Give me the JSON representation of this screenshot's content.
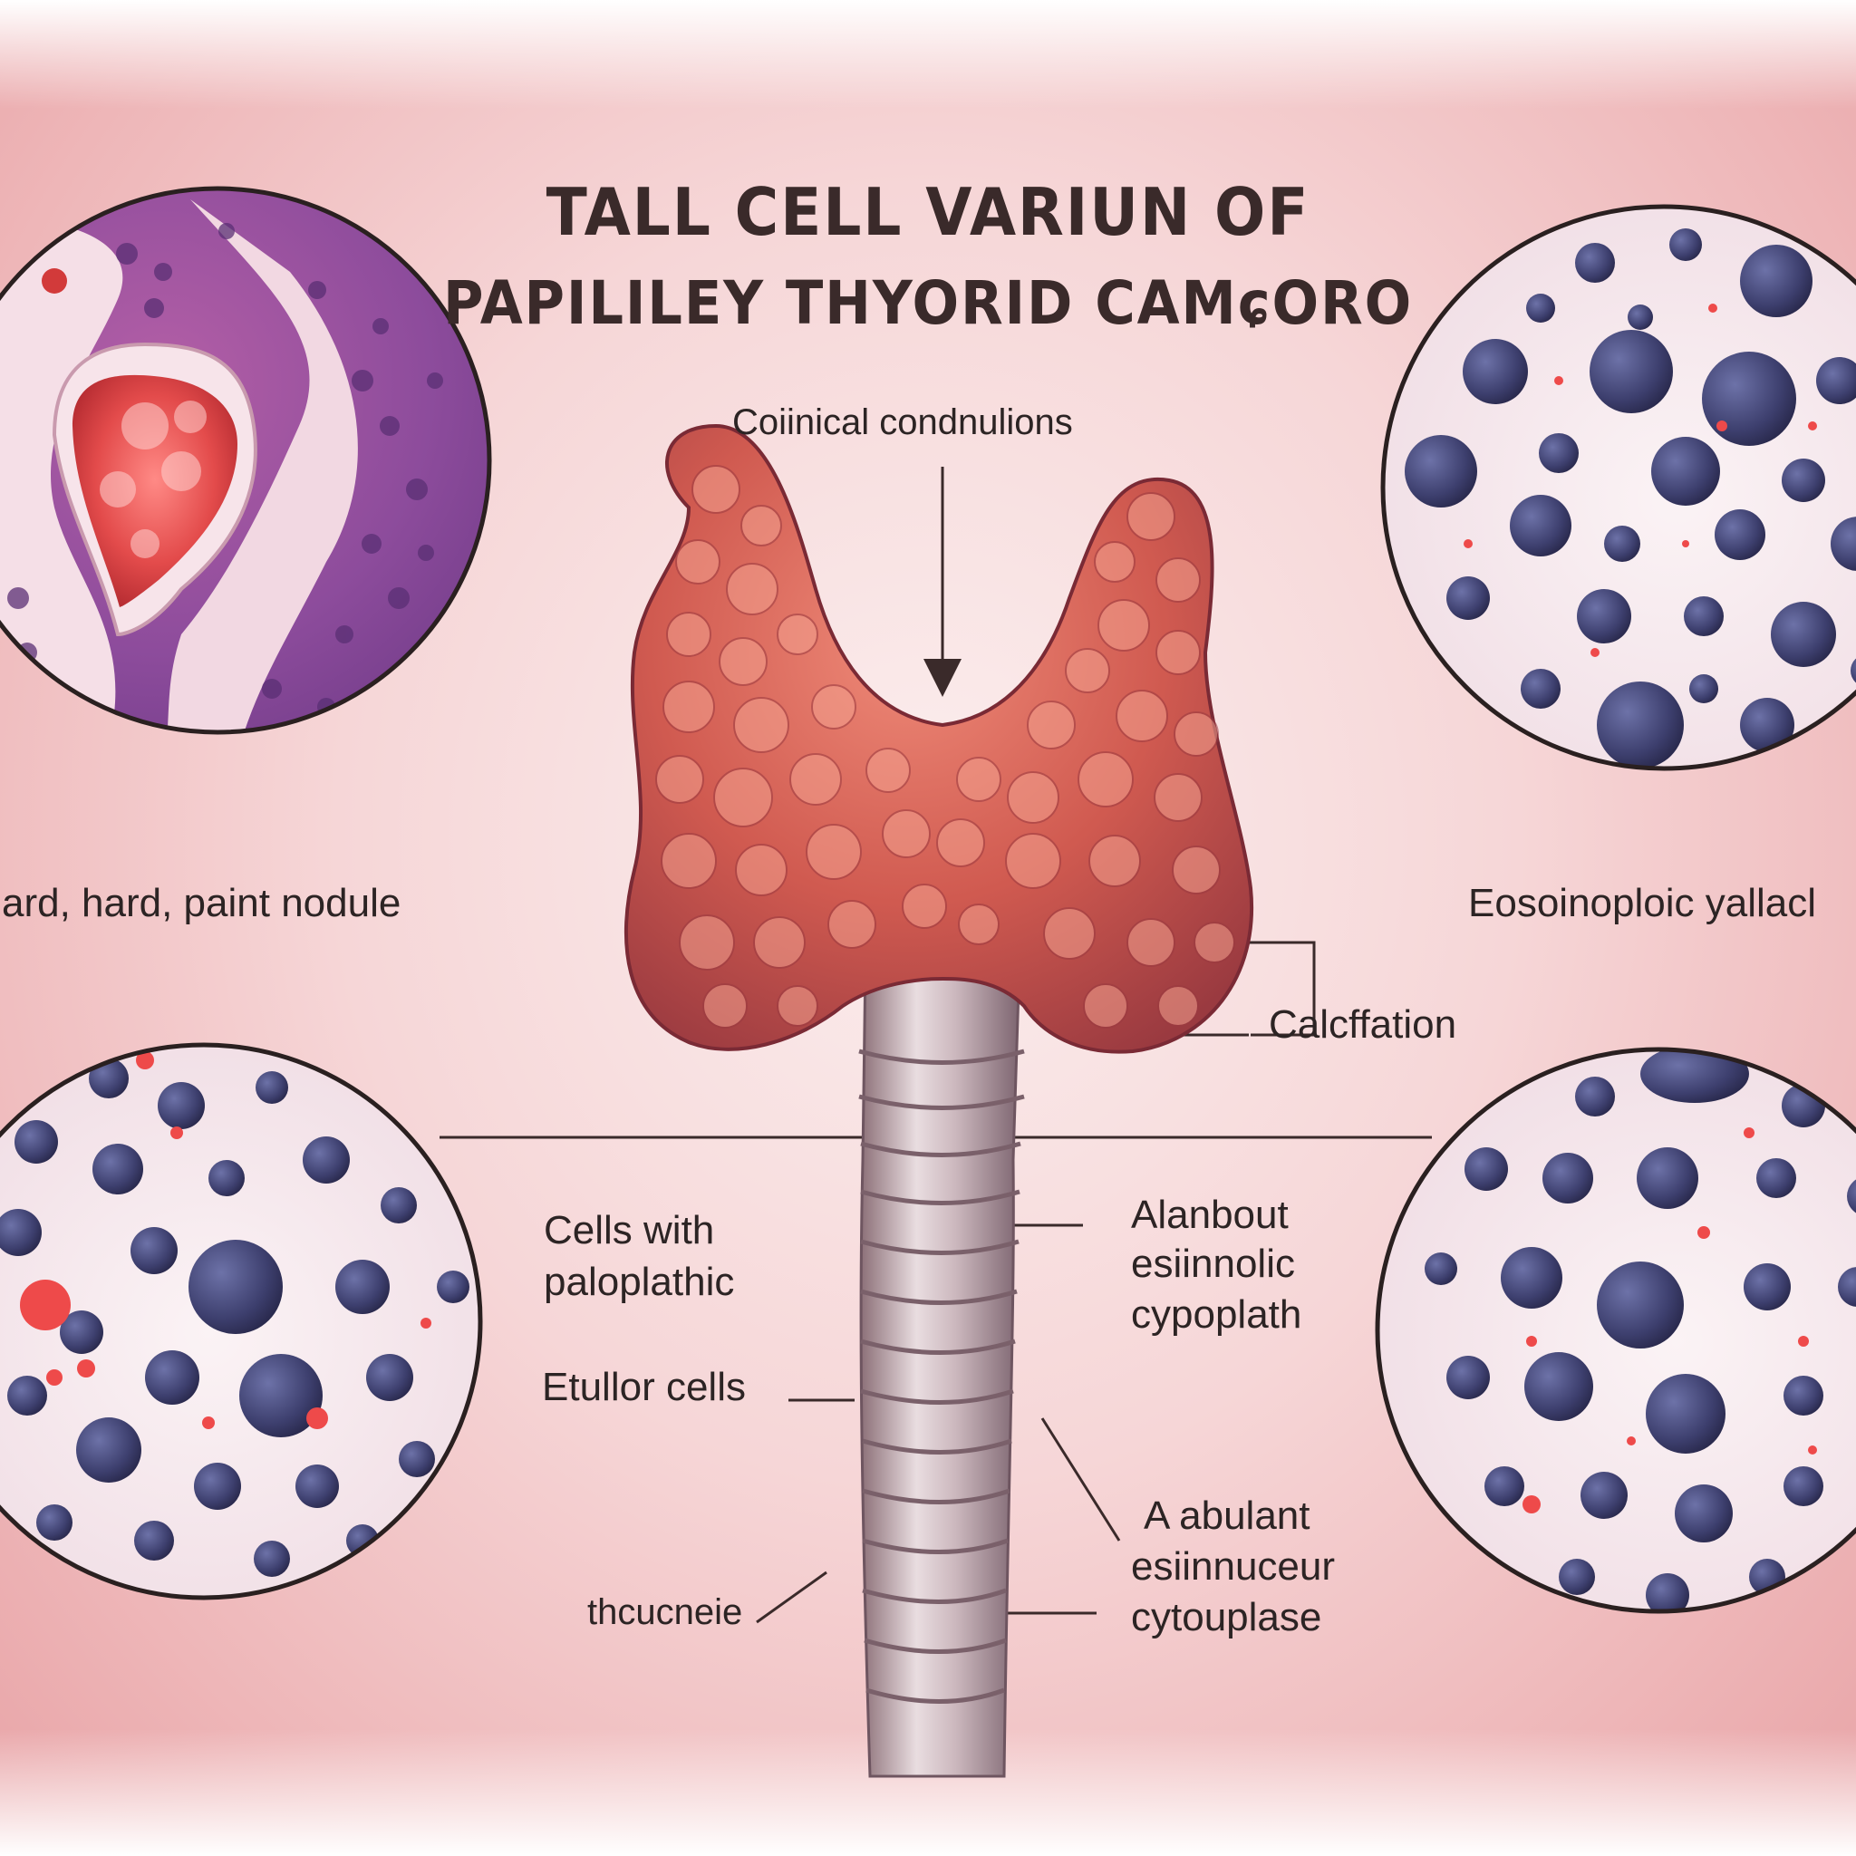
{
  "title": {
    "line1": "TALL CELL VARIUN OF",
    "line2": "PAPILILEY THYORID CAMɕORO"
  },
  "labels": {
    "top": "Coiinical condnulions",
    "left_mid": "ard, hard, paint nodule",
    "right_mid": "Eosoinoploic  yallacl",
    "calcification": "Calcffation",
    "cells_with_1": "Cells with",
    "cells_with_2": "paloplathic",
    "etullor": "Etullor cells",
    "thcucneie": "thcucneie",
    "alanbout_1": "Alanbout",
    "alanbout_2": "esiinnolic",
    "alanbout_3": "cypoplath",
    "abulant_1": "A abulant",
    "abulant_2": "esiinnuceur",
    "abulant_3": "cytouplase"
  },
  "colors": {
    "tissue_purple": "#7a3f8e",
    "nucleus_navy": "#3d3f6e",
    "gland_red": "#c9504a",
    "background_pink": "#f3c9ca"
  }
}
